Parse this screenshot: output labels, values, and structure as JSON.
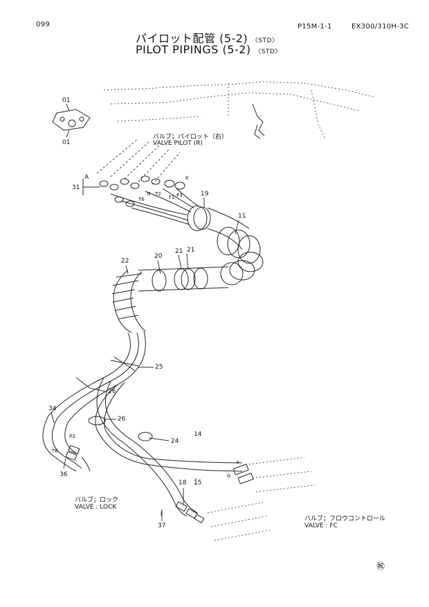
{
  "header": {
    "page_number": "099",
    "ref_code": "P15M-1-1",
    "model": "EX300/310H-3C"
  },
  "title": {
    "jp": "パイロット配管 (5-2)",
    "jp_tag": "〈STD〉",
    "en": "PILOT PIPINGS (5-2)",
    "en_tag": "〈STD〉"
  },
  "valves": {
    "pilot_r_jp": "バルブ；パイロット（右）",
    "pilot_r_en": "VALVE  PILOT (R)",
    "lock_jp": "バルブ；ロック",
    "lock_en": "VALVE : LOCK",
    "fc_jp": "バルブ；フロウコントロール",
    "fc_en": "VALVE : FC"
  },
  "callouts": {
    "p01a": "01",
    "p01b": "01",
    "pA": "A",
    "p31": "31",
    "p19": "19",
    "p11": "11",
    "p22": "22",
    "p20": "20",
    "p21a": "21",
    "p21b": "21",
    "p25": "25",
    "p26a": "26",
    "p26b": "26",
    "p34": "34",
    "p24": "24",
    "p14": "14",
    "p18": "18",
    "p15": "15",
    "p36": "36",
    "p37": "37",
    "pK": "K",
    "pP3a": "P3",
    "pF1": "F1",
    "pT6a": "T6",
    "pG": "G",
    "pT2": "T2",
    "pP3b": "P3",
    "pT6b": "T6",
    "pF": "F",
    "pG2": "G",
    "pJ": "J"
  },
  "footer_mark": "㊗"
}
